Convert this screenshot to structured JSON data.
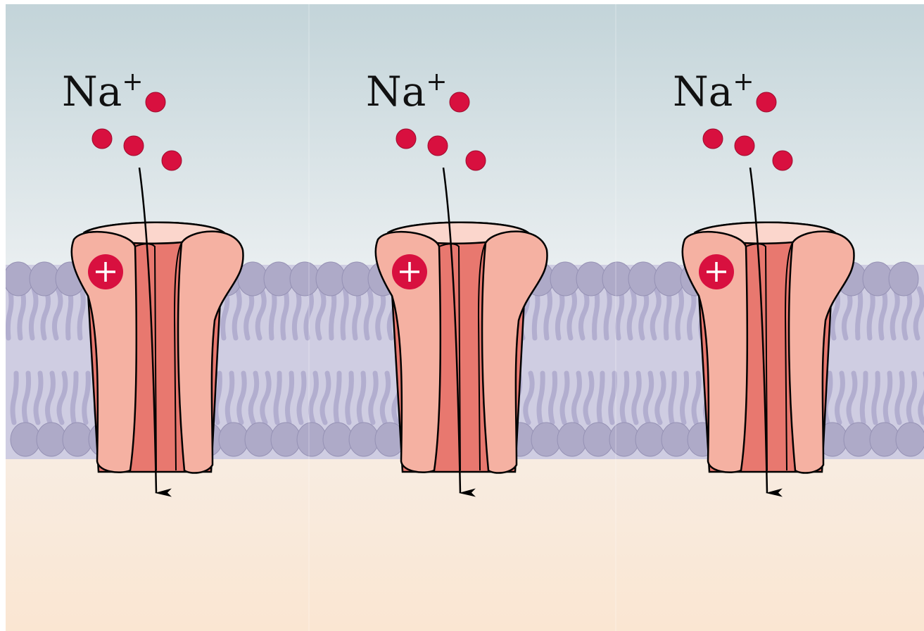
{
  "panels": [
    {
      "ion_label": "Na",
      "ion_charge": "+",
      "gate_charge": "+"
    },
    {
      "ion_label": "Na",
      "ion_charge": "+",
      "gate_charge": "+"
    },
    {
      "ion_label": "Na",
      "ion_charge": "+",
      "gate_charge": "+"
    }
  ],
  "colors": {
    "extracellular_top": "#c3d4d9",
    "extracellular_bottom": "#e9eef0",
    "intracellular_top": "#f8e9db",
    "intracellular_bottom": "#fae8d6",
    "lipid_head": "#aeaac8",
    "lipid_tail": "#a8a3c8",
    "membrane_core": "#cfcde2",
    "channel_outer": "#f5b1a2",
    "channel_pore": "#e8786f",
    "channel_rim": "#fbd6cc",
    "ion": "#d8103f",
    "gate_charge": "#d8103f"
  },
  "icons": [
    "sodium-ion-icon",
    "positive-charge-icon",
    "inward-arrow-icon"
  ]
}
